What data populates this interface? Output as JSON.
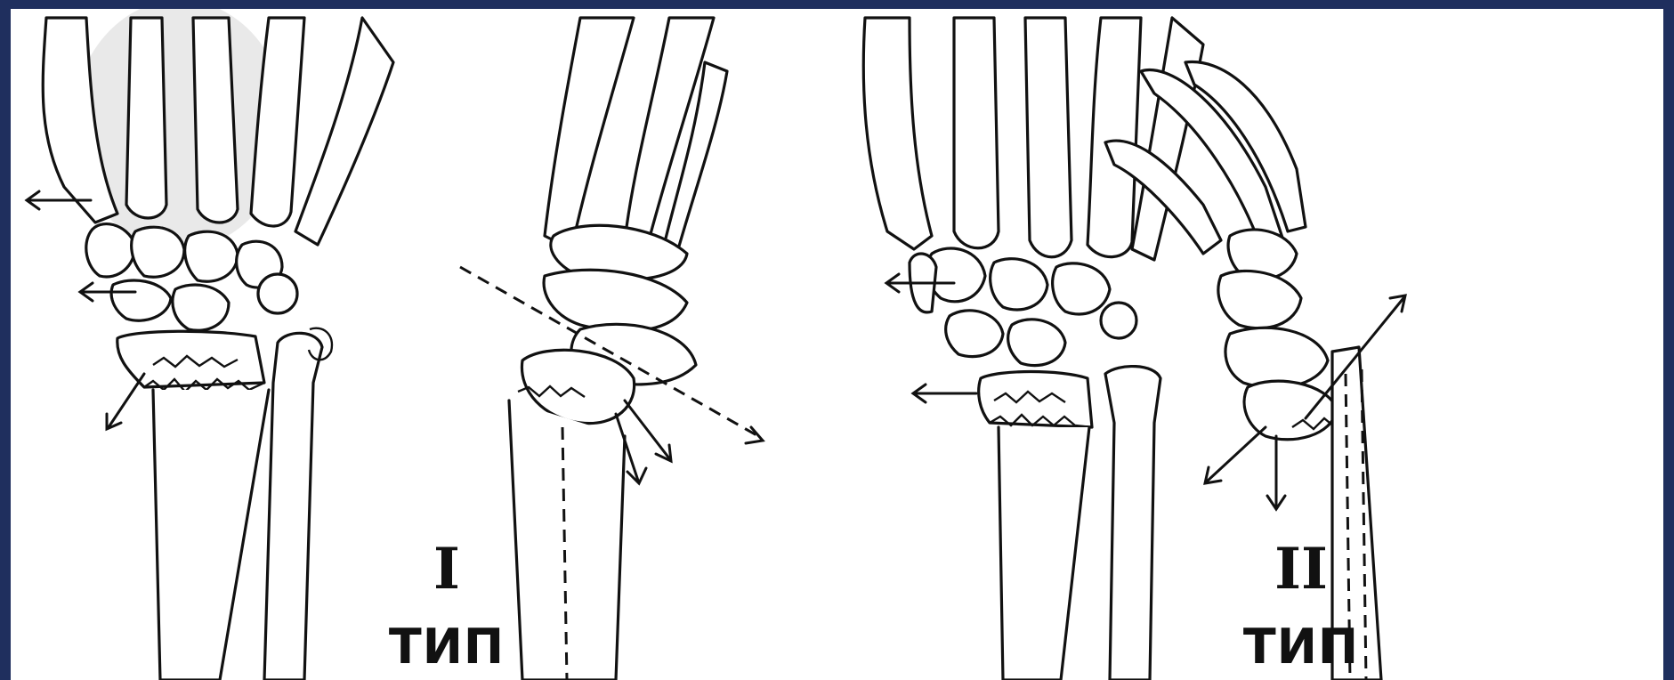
{
  "figures": [
    {
      "id": "type-1",
      "numeral": "I",
      "caption": "ТИП"
    },
    {
      "id": "type-2",
      "numeral": "II",
      "caption": "ТИП"
    }
  ],
  "colors": {
    "frame": "#1f2f5e",
    "background": "#ffffff",
    "ink": "#111111"
  }
}
